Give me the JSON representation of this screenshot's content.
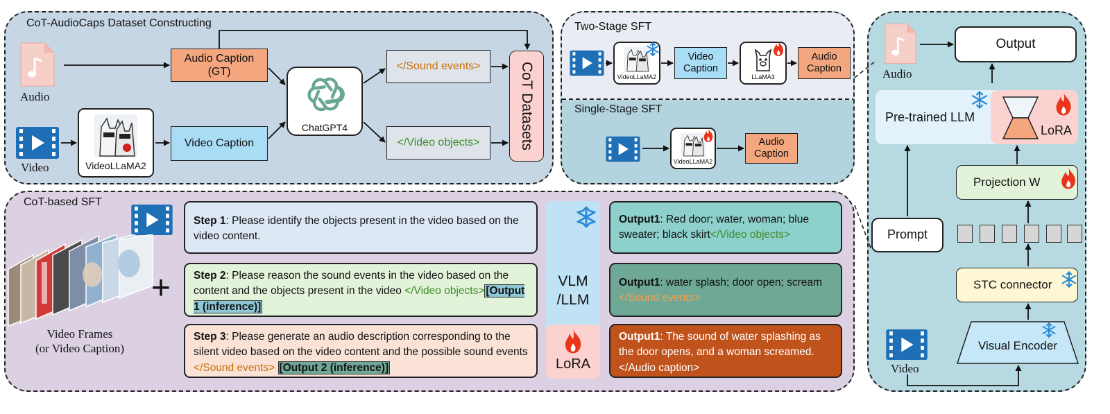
{
  "colors": {
    "panel_blue": "#c6d6e4",
    "panel_light": "#e9edf3",
    "panel_teal": "#b3d4df",
    "panel_pink": "#dcd1e2",
    "panel_right": "#b6d9e2",
    "orange_box": "#f4a67e",
    "blue_box": "#a9ddf5",
    "step1": "#dde8f5",
    "step2": "#e2f3d9",
    "step3": "#fae2d6",
    "out1": "#8ed0cb",
    "out2": "#6fa896",
    "out3": "#c0521c",
    "snow": "#2a8ad8",
    "fire": "#e8351c"
  },
  "icons": {
    "audio": "music-note-icon",
    "video": "video-play-icon",
    "chatgpt": "chatgpt-logo-icon",
    "frozen": "snowflake-icon",
    "trainable": "fire-icon",
    "llama": "llama-logo-icon"
  },
  "cot_dataset": {
    "title": "CoT-AudioCaps Dataset Constructing",
    "audio_label": "Audio",
    "video_label": "Video",
    "audio_caption_line1": "Audio Caption",
    "audio_caption_line2": "(GT)",
    "videollama_label": "VideoLLaMA2",
    "video_caption": "Video Caption",
    "chatgpt_label": "ChatGPT4",
    "sound_events": "</Sound events>",
    "video_objects": "</Video objects>",
    "cot_datasets": "CoT Datasets"
  },
  "two_stage": {
    "title": "Two-Stage SFT",
    "videollama_label": "VideoLLaMA2",
    "video_caption_line1": "Video",
    "video_caption_line2": "Caption",
    "llama3_label": "LLaMA3",
    "audio_caption_line1": "Audio",
    "audio_caption_line2": "Caption"
  },
  "single_stage": {
    "title": "Single-Stage SFT",
    "videollama_label": "VideoLLaMA2",
    "audio_caption_line1": "Audio",
    "audio_caption_line2": "Caption"
  },
  "cot_sft": {
    "title": "CoT-based SFT",
    "frames_label_line1": "Video Frames",
    "frames_label_line2": "(or Video Caption)",
    "plus": "+",
    "step1_label": "Step 1",
    "step1_text": ": Please identify the objects present in the video based on the video content.",
    "step2_label": "Step 2",
    "step2_text": ": Please reason the sound events in the video based on the content and the objects present in the video ",
    "step2_tag": "</Video objects>",
    "step2_output": "[Output 1 (inference)]",
    "step3_label": "Step 3",
    "step3_text": ": Please generate an audio description corresponding to the silent video based on the video content and the possible sound events ",
    "step3_tag": "</Sound events>",
    "step3_output": "[Output 2 (inference)]",
    "vlm_line1": "VLM",
    "vlm_line2": "/LLM",
    "lora_label": "LoRA",
    "out1_label": "Output1",
    "out1_text": ": Red door; water, woman; blue sweater; black skirt",
    "out1_tag": "</Video objects>",
    "out2_label": "Output1",
    "out2_text": ": water splash; door open; scream ",
    "out2_tag": "</Sound events>",
    "out3_label": "Output1",
    "out3_text": ": The sound of water splashing as the door opens, and a woman screamed. </Audio caption>"
  },
  "architecture": {
    "audio_label": "Audio",
    "output": "Output",
    "llm": "Pre-trained LLM",
    "lora": "LoRA",
    "projection": "Projection W",
    "prompt": "Prompt",
    "stc": "STC connector",
    "visual_encoder": "Visual Encoder",
    "video_label": "Video"
  }
}
